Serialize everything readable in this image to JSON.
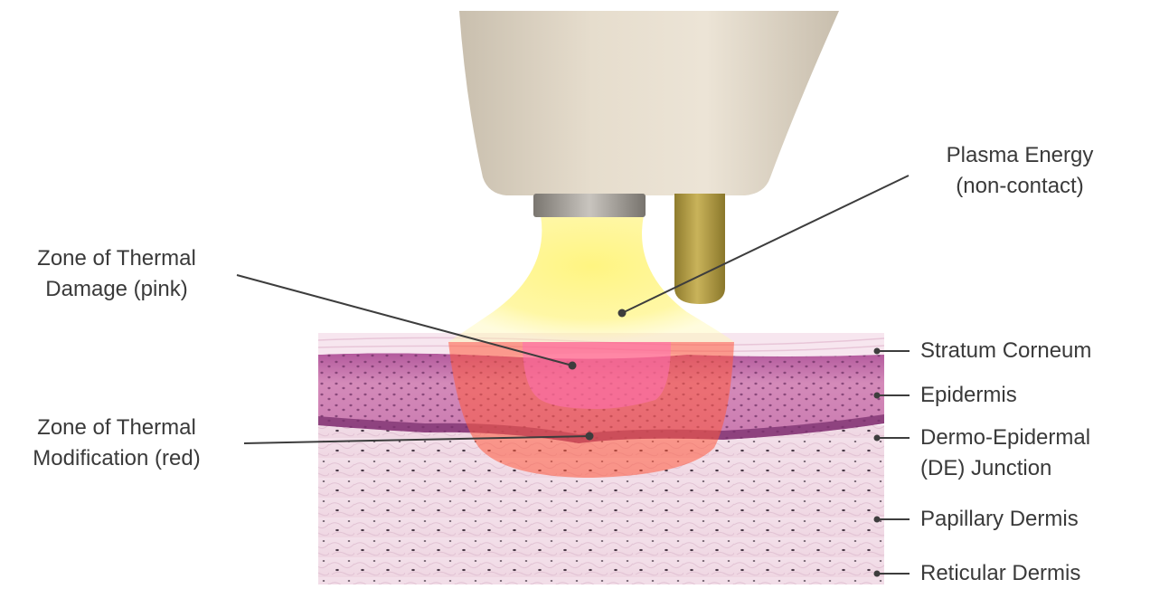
{
  "callouts": {
    "plasma_energy": [
      "Plasma Energy",
      "(non-contact)"
    ],
    "thermal_damage": [
      "Zone of Thermal",
      "Damage (pink)"
    ],
    "thermal_modification": [
      "Zone of Thermal",
      "Modification (red)"
    ]
  },
  "skin_layers": {
    "stratum_corneum": "Stratum Corneum",
    "epidermis": "Epidermis",
    "de_junction": [
      "Dermo-Epidermal",
      "(DE) Junction"
    ],
    "papillary_dermis": "Papillary Dermis",
    "reticular_dermis": "Reticular Dermis"
  },
  "colors": {
    "device": "#e3d9c8",
    "prong": "#b8a24a",
    "plasma": "#fff27a",
    "stratum": "#f7e4ee",
    "epidermis": "#c673a8",
    "dermis": "#f1dce6",
    "damage_zone": "#ff5ea0",
    "modification_zone": "#ff5a3c",
    "leader_line": "#3d3d3d"
  }
}
